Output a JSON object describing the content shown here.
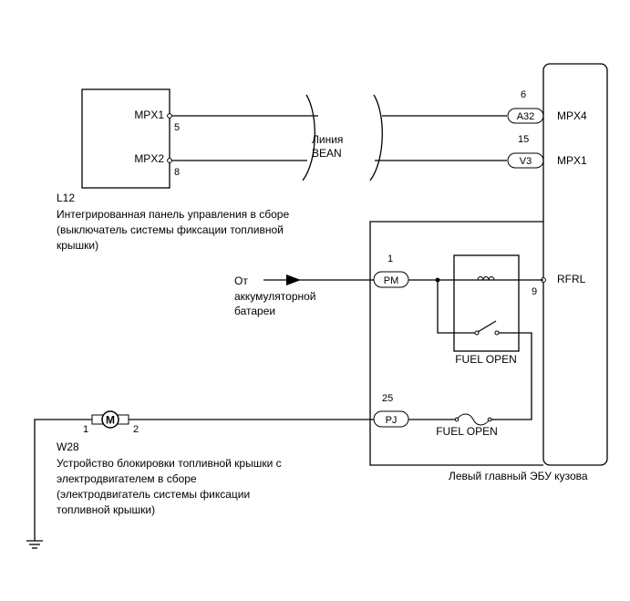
{
  "l12": {
    "code": "L12",
    "desc1": "Интегрированная панель управления в сборе",
    "desc2": "(выключатель системы фиксации топливной",
    "desc3": "крышки)",
    "pin_mpx1_name": "MPX1",
    "pin_mpx1_num": "5",
    "pin_mpx2_name": "MPX2",
    "pin_mpx2_num": "8"
  },
  "bus": {
    "label1": "Линия",
    "label2": "BEAN"
  },
  "ecu": {
    "name": "Левый главный ЭБУ кузова",
    "a32_pin_num": "6",
    "a32_conn": "A32",
    "a32_terminal": "MPX4",
    "v3_pin_num": "15",
    "v3_conn": "V3",
    "v3_terminal": "MPX1",
    "pm_pin_num": "1",
    "pm_conn": "PM",
    "rfrl_terminal": "RFRL",
    "rfrl_pin_num": "9",
    "pj_pin_num": "25",
    "pj_conn": "PJ",
    "relay_label": "FUEL OPEN",
    "fuse_label": "FUEL OPEN"
  },
  "battery": {
    "line1": "От",
    "line2": "аккумуляторной",
    "line3": "батареи"
  },
  "motor": {
    "symbol": "M",
    "pin_left": "1",
    "pin_right": "2",
    "code": "W28",
    "desc1": "Устройство блокировки топливной крышки с",
    "desc2": "электродвигателем в сборе",
    "desc3": "(электродвигатель системы фиксации",
    "desc4": "топливной крышки)"
  }
}
